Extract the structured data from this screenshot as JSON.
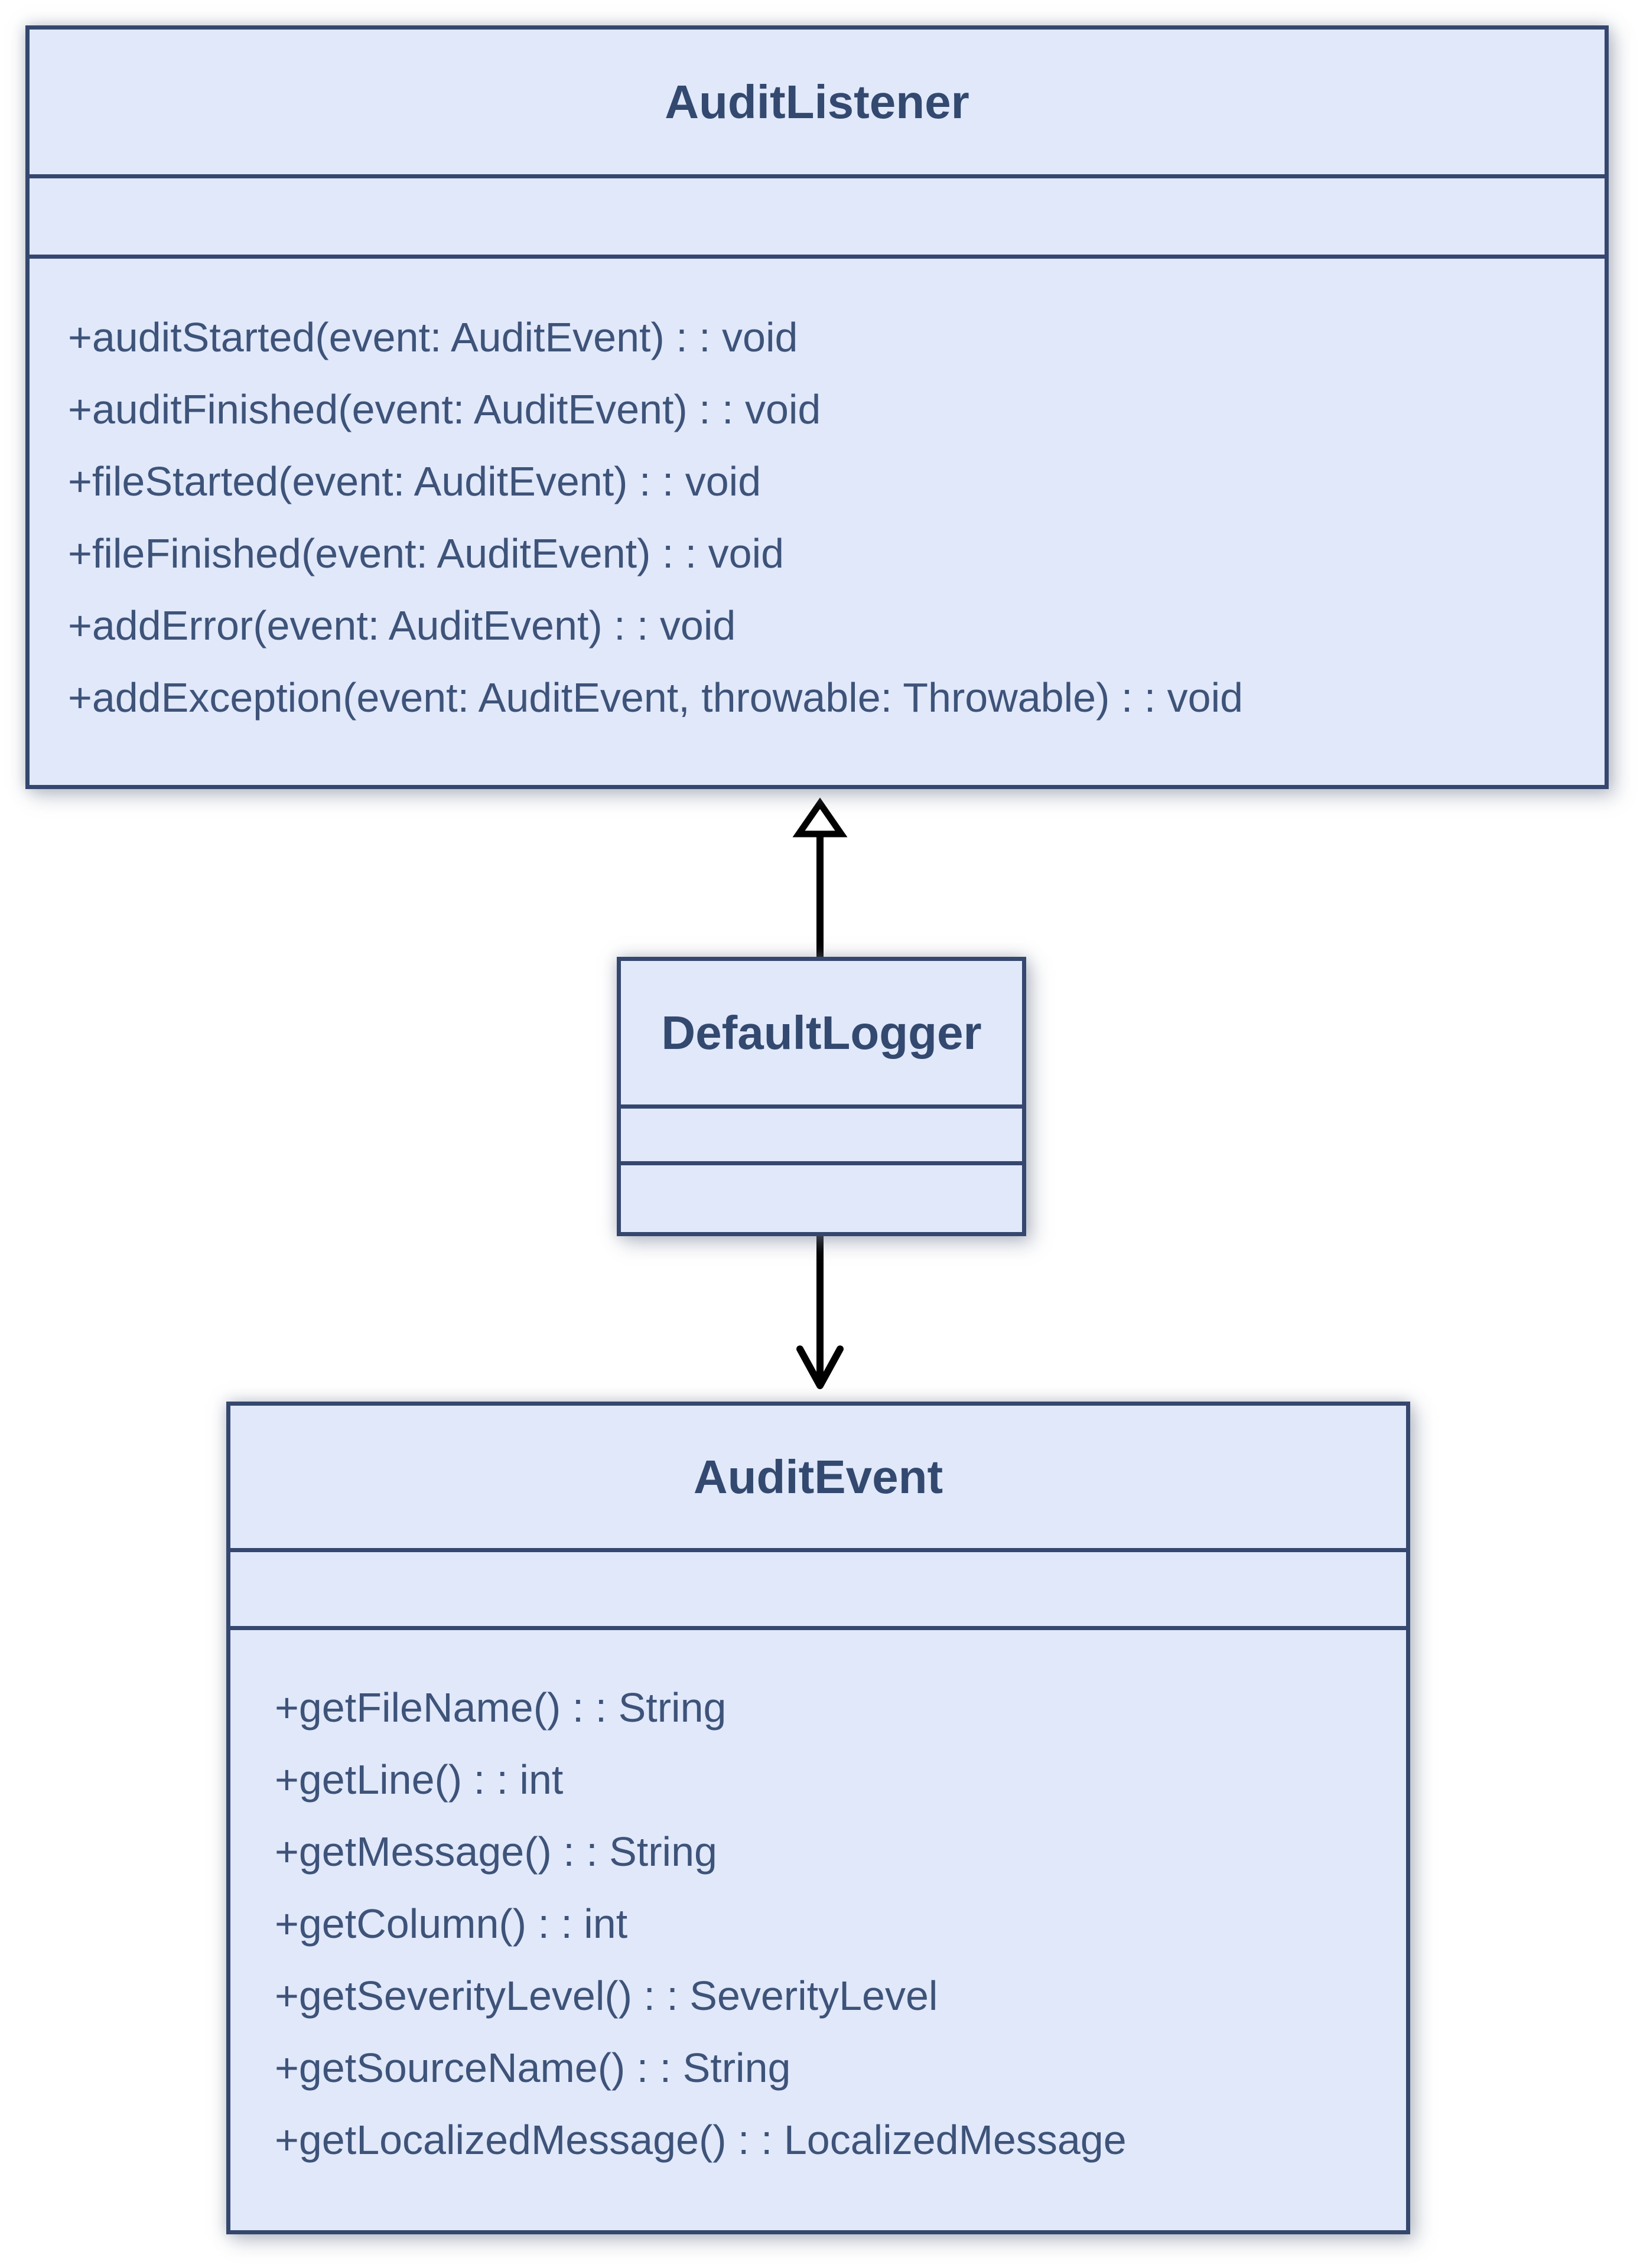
{
  "classes": [
    {
      "name": "AuditListener",
      "attributes": [],
      "methods": [
        "+auditStarted(event: AuditEvent) : : void",
        "+auditFinished(event: AuditEvent) : : void",
        "+fileStarted(event: AuditEvent) : : void",
        "+fileFinished(event: AuditEvent) : : void",
        "+addError(event: AuditEvent) : : void",
        "+addException(event: AuditEvent, throwable: Throwable) : : void"
      ]
    },
    {
      "name": "DefaultLogger",
      "attributes": [],
      "methods": []
    },
    {
      "name": "AuditEvent",
      "attributes": [],
      "methods": [
        "+getFileName() : : String",
        "+getLine() : : int",
        "+getMessage() : : String",
        "+getColumn() : : int",
        "+getSeverityLevel() : : SeverityLevel",
        "+getSourceName() : : String",
        "+getLocalizedMessage() : : LocalizedMessage"
      ]
    }
  ],
  "relationships": [
    {
      "from": "DefaultLogger",
      "to": "AuditListener",
      "type": "realization",
      "arrowhead": "hollow-triangle"
    },
    {
      "from": "DefaultLogger",
      "to": "AuditEvent",
      "type": "directed-association",
      "arrowhead": "open-v"
    }
  ],
  "colors": {
    "box_fill": "#e0e8fa",
    "box_border": "#35476e",
    "title_text": "#33496f",
    "method_text": "#3e5379",
    "arrow": "#000000",
    "background": "#ffffff"
  }
}
